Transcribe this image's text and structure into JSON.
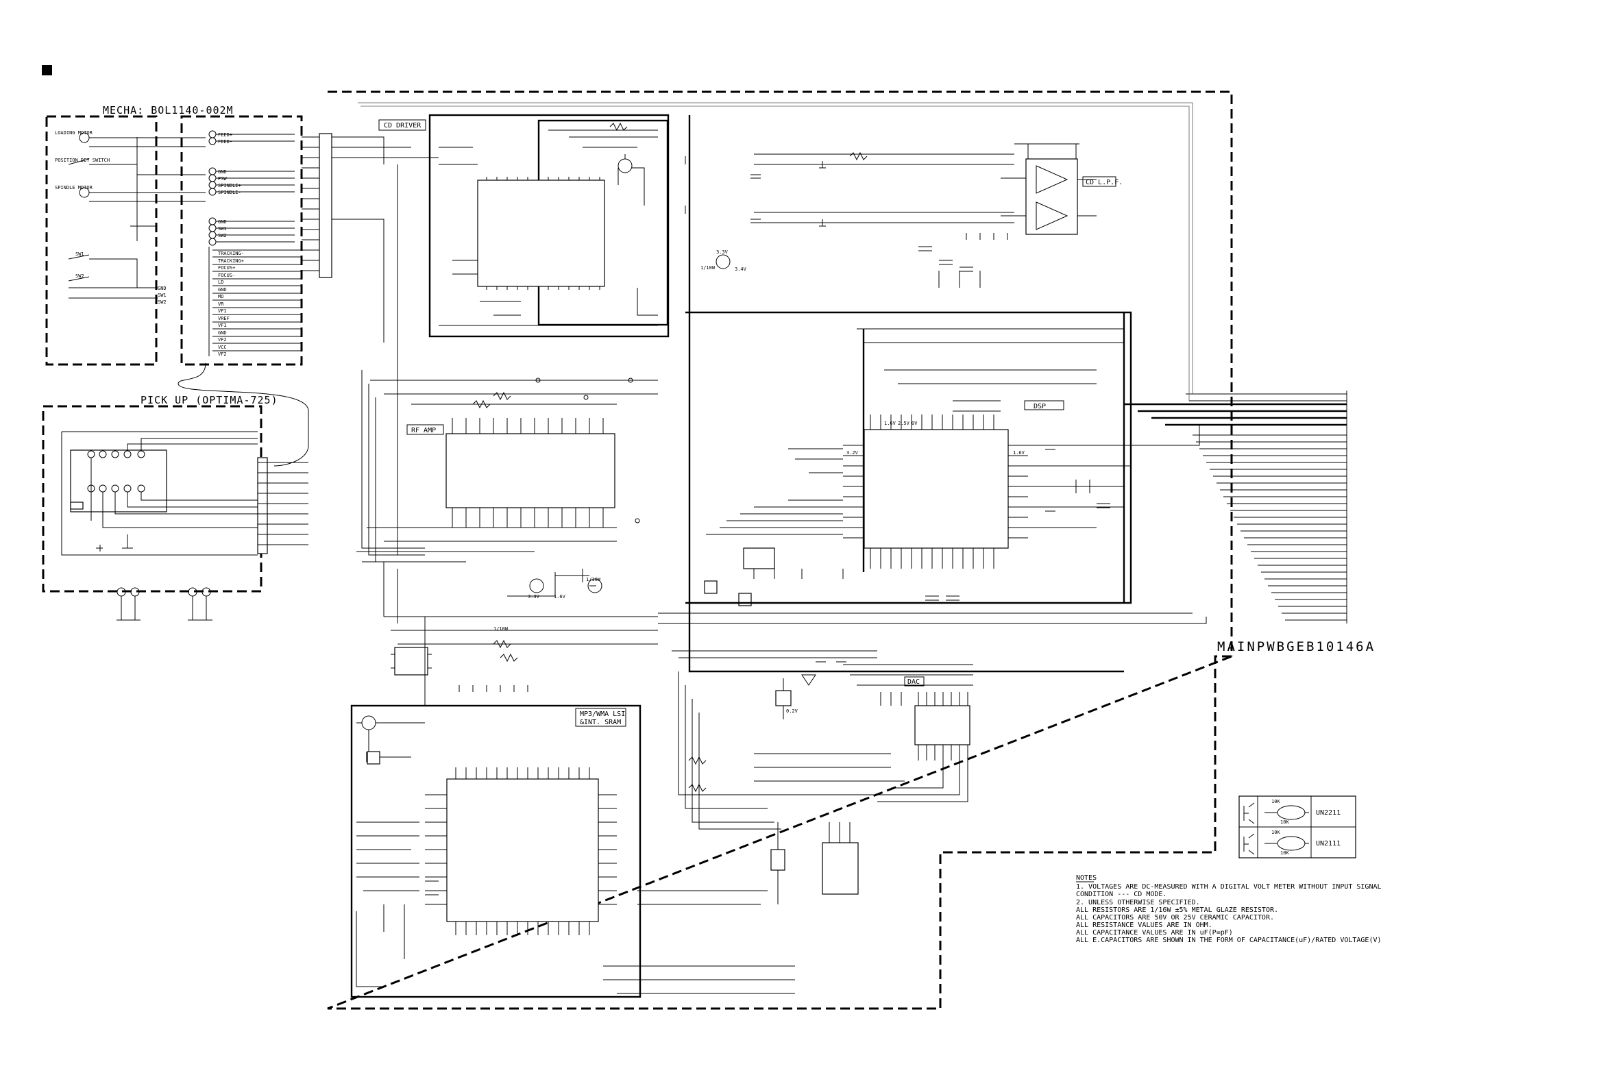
{
  "blocks": {
    "mecha_title": "MECHA: BOL1140-002M",
    "pickup_title": "PICK UP (OPTIMA-725)",
    "cd_driver": "CD DRIVER",
    "rf_amp": "RF AMP",
    "dsp": "DSP",
    "cd_lpf": "CD L.P.F.",
    "dac": "DAC",
    "mp3_lsi_line1": "MP3/WMA LSI",
    "mp3_lsi_line2": "&INT. SRAM",
    "main_pwb": "MAINPWBGEB10146A"
  },
  "mecha": {
    "loading_motor": "LOADING MOTOR",
    "position_switch": "POSITION DET SWITCH",
    "spindle_motor": "SPINDLE MOTOR",
    "sw1": "SW1",
    "sw2": "SW2",
    "connector_signals": [
      "FEED+",
      "FEED-",
      "GND",
      "PSW",
      "SPINDLE+",
      "SPINDLE-",
      "GND",
      "SW1",
      "SW2",
      "TRACKING-",
      "TRACKING+",
      "FOCUS+",
      "FOCUS-",
      "LD",
      "GND",
      "MD",
      "VR",
      "VF1",
      "VREF",
      "VF1",
      "GND",
      "VF2",
      "VCC",
      "VF2"
    ],
    "gnd_labels": [
      "GND",
      "SW1",
      "SW2"
    ]
  },
  "voltages": [
    "3.3V",
    "3.4V",
    "1.6V",
    "2.5V",
    "0V",
    "3.2V",
    "1.6V",
    "3.3V",
    "1.6V",
    "0.2V"
  ],
  "resistor_labels": [
    "1/10W",
    "1/10W",
    "1/10W"
  ],
  "legend": {
    "row1_code": "UN2211",
    "row2_code": "UN2111",
    "r_top": "10K",
    "r_bottom": "10K"
  },
  "notes": {
    "heading": "NOTES",
    "lines": [
      "1.  VOLTAGES ARE DC-MEASURED WITH A DIGITAL VOLT METER WITHOUT INPUT SIGNAL",
      "    CONDITION --- CD MODE.",
      "2.  UNLESS OTHERWISE SPECIFIED.",
      "    ALL RESISTORS ARE 1/16W ±5% METAL GLAZE RESISTOR.",
      "    ALL CAPACITORS ARE 50V OR 25V CERAMIC CAPACITOR.",
      "    ALL RESISTANCE VALUES ARE IN OHM.",
      "    ALL CAPACITANCE VALUES ARE IN uF(P=pF)",
      "    ALL E.CAPACITORS ARE SHOWN IN THE FORM OF CAPACITANCE(uF)/RATED VOLTAGE(V)"
    ]
  }
}
